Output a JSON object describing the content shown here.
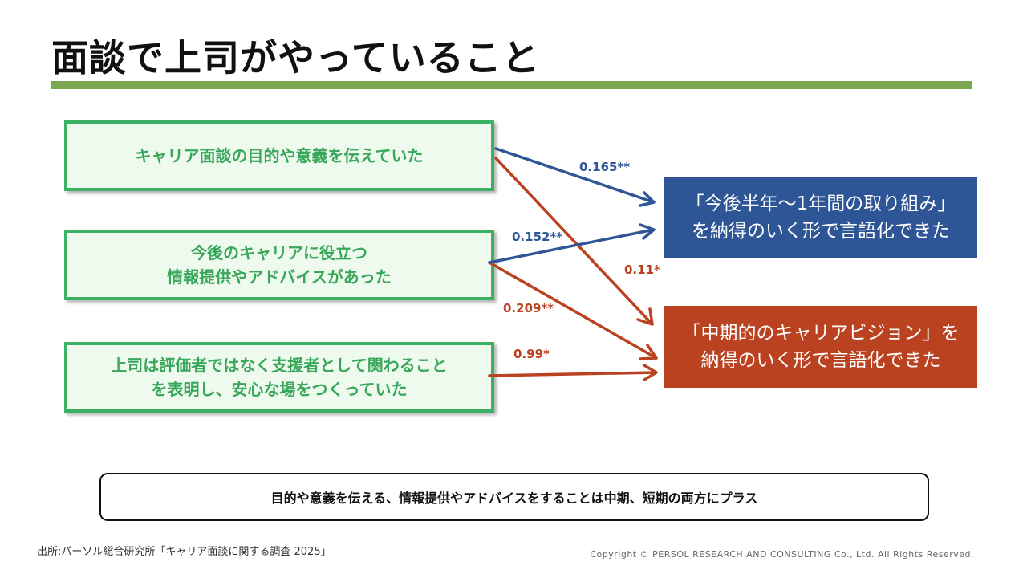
{
  "title": "面談で上司がやっていること",
  "sources": [
    {
      "line1": "キャリア面談の目的や意義を伝えていた",
      "line2": ""
    },
    {
      "line1": "今後のキャリアに役立つ",
      "line2": "情報提供やアドバイスがあった"
    },
    {
      "line1": "上司は評価者ではなく支援者として関わること",
      "line2": "を表明し、安心な場をつくっていた"
    }
  ],
  "targets": [
    {
      "line1": "「今後半年～1年間の取り組み」",
      "line2": "を納得のいく形で言語化できた"
    },
    {
      "line1": "「中期的のキャリアビジョン」を",
      "line2": "納得のいく形で言語化できた"
    }
  ],
  "coefficients": {
    "a": "0.165**",
    "b": "0.152**",
    "c": "0.11*",
    "d": "0.209**",
    "e": "0.99*"
  },
  "summary": "目的や意義を伝える、情報提供やアドバイスをすることは中期、短期の両方にプラス",
  "source_note": "出所:パーソル総合研究所「キャリア面談に関する調査 2025」",
  "copyright": "Copyright © PERSOL  RESEARCH AND CONSULTING Co., Ltd. All Rights Reserved.",
  "colors": {
    "blue": "#2e5595",
    "red": "#bb4220",
    "green": "#3cb063"
  }
}
